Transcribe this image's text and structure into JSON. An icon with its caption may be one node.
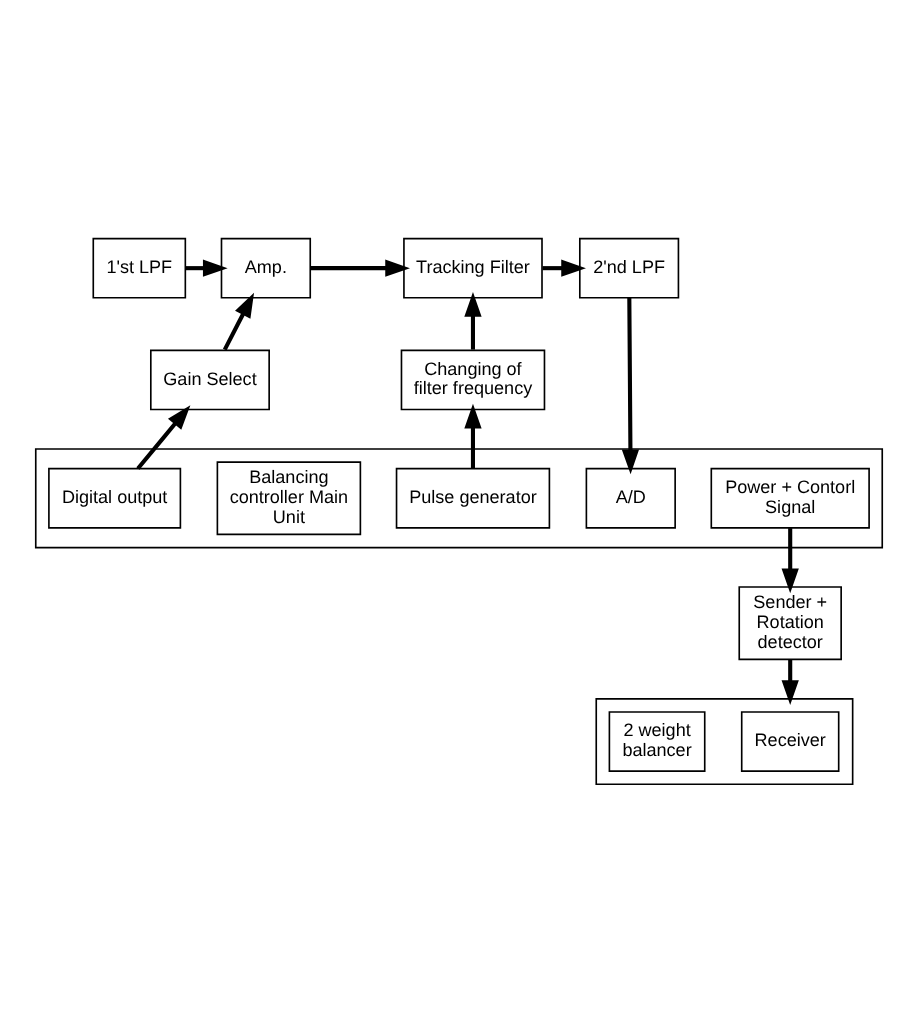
{
  "diagram": {
    "nodes": [
      {
        "text": [
          "1'st LPF"
        ]
      },
      {
        "text": [
          "Amp."
        ]
      },
      {
        "text": [
          "Tracking Filter"
        ]
      },
      {
        "text": [
          "2'nd LPF"
        ]
      },
      {
        "text": [
          "Gain Select"
        ]
      },
      {
        "text": [
          "Changing of filter frequency"
        ]
      },
      {
        "text": [],
        "shape": "box"
      },
      {
        "text": [
          "Power + Contorl Signal"
        ],
        "in": 6
      },
      {
        "text": [
          "Digital output"
        ],
        "in": 6
      },
      {
        "text": [
          "Pulse generator"
        ],
        "in": 6
      },
      {
        "text": [
          "Balancing controller Main Unit"
        ],
        "in": 6
      },
      {
        "text": [
          "A/D"
        ],
        "in": 6
      },
      {
        "text": [
          "Sender + Rotation detector"
        ]
      },
      {
        "text": [],
        "shape": "box"
      },
      {
        "text": [
          "Receiver"
        ],
        "in": 13
      },
      {
        "text": [
          "2 weight balancer"
        ],
        "in": 13
      }
    ],
    "edges": [
      {
        "from": 0,
        "to": 1,
        "arrow": "to"
      },
      {
        "from": 1,
        "to": 2,
        "arrow": "to"
      },
      {
        "from": 2,
        "to": 3,
        "arrow": "to"
      },
      {
        "from": 4,
        "to": 1,
        "arrow": "to"
      },
      {
        "from": 5,
        "to": 2,
        "arrow": "to"
      },
      {
        "from": 8,
        "to": 4,
        "arrow": "to"
      },
      {
        "from": 9,
        "to": 5,
        "arrow": "to"
      },
      {
        "from": 3,
        "to": 11,
        "arrow": "to"
      },
      {
        "from": 7,
        "to": 12,
        "arrow": "to"
      },
      {
        "from": 12,
        "to": 13,
        "arrow": "to"
      }
    ]
  }
}
